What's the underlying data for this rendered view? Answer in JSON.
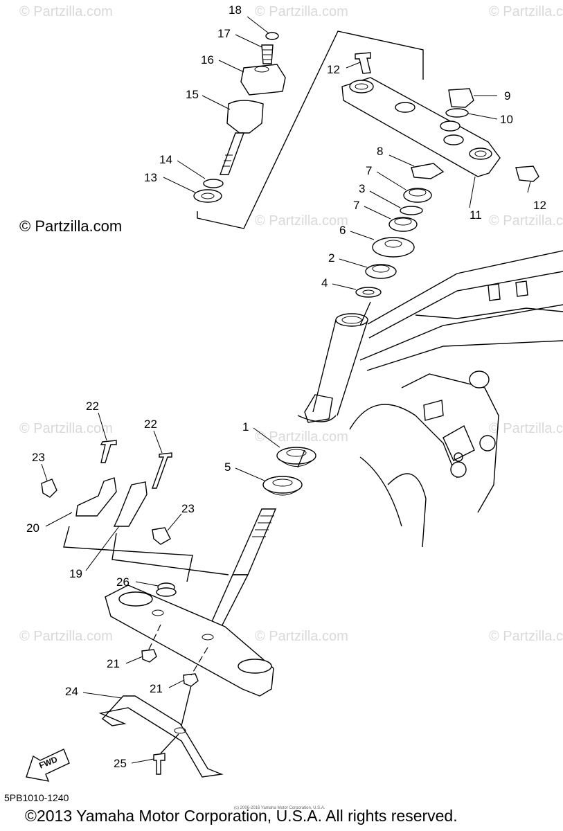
{
  "diagram": {
    "watermark_text": "© Partzilla.com",
    "side_copyright": "© Partzilla.com",
    "diagram_code": "5PB1010-1240",
    "tiny_notice": "(c) 2006-2016 Yamaha Motor Corporation, U.S.A.",
    "footer": "©2013 Yamaha Motor Corporation, U.S.A. All rights reserved.",
    "fwd_label": "FWD",
    "callouts": [
      "18",
      "17",
      "16",
      "15",
      "14",
      "13",
      "12",
      "9",
      "10",
      "11",
      "12",
      "8",
      "7",
      "3",
      "7",
      "6",
      "2",
      "4",
      "1",
      "5",
      "22",
      "22",
      "23",
      "23",
      "20",
      "19",
      "26",
      "21",
      "21",
      "24",
      "25"
    ]
  }
}
